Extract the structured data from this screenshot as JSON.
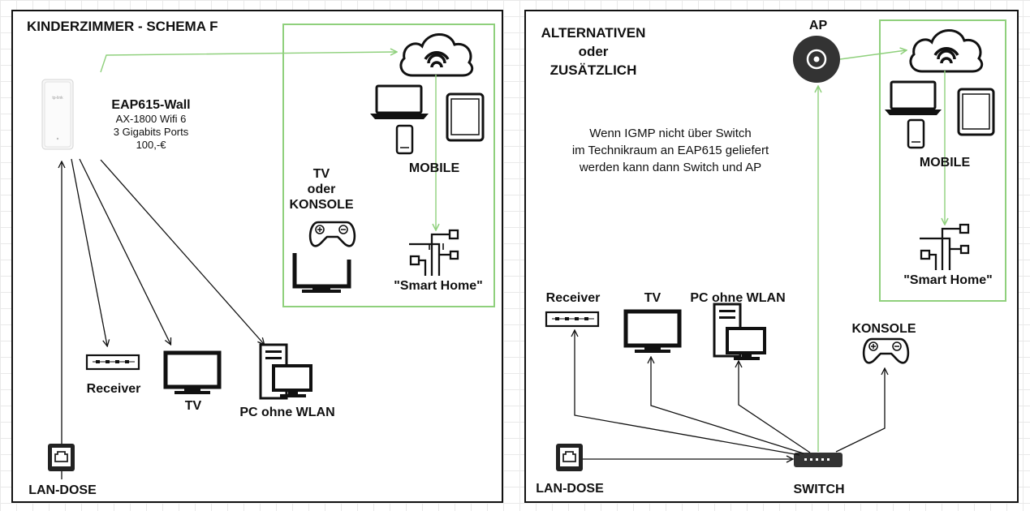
{
  "left_panel": {
    "title": "KINDERZIMMER - SCHEMA F",
    "ap": {
      "name": "EAP615-Wall",
      "spec1": "AX-1800 Wifi 6",
      "spec2": "3 Gigabits Ports",
      "price": "100,-€"
    },
    "tv_console_label_1": "TV",
    "tv_console_label_2": "oder",
    "tv_console_label_3": "KONSOLE",
    "mobile": "MOBILE",
    "smart_home": "\"Smart Home\"",
    "receiver": "Receiver",
    "tv": "TV",
    "pc": "PC ohne WLAN",
    "lan": "LAN-DOSE"
  },
  "right_panel": {
    "title_1": "ALTERNATIVEN",
    "title_2": "oder",
    "title_3": "ZUSÄTZLICH",
    "ap": "AP",
    "note_1": "Wenn IGMP nicht über Switch",
    "note_2": "im Technikraum an EAP615 geliefert",
    "note_3": "werden kann dann Switch und AP",
    "mobile": "MOBILE",
    "smart_home": "\"Smart Home\"",
    "receiver": "Receiver",
    "tv": "TV",
    "pc": "PC ohne WLAN",
    "console": "KONSOLE",
    "lan": "LAN-DOSE",
    "switch": "SWITCH"
  },
  "colors": {
    "green_link": "#8fd07c",
    "black_link": "#111111"
  }
}
